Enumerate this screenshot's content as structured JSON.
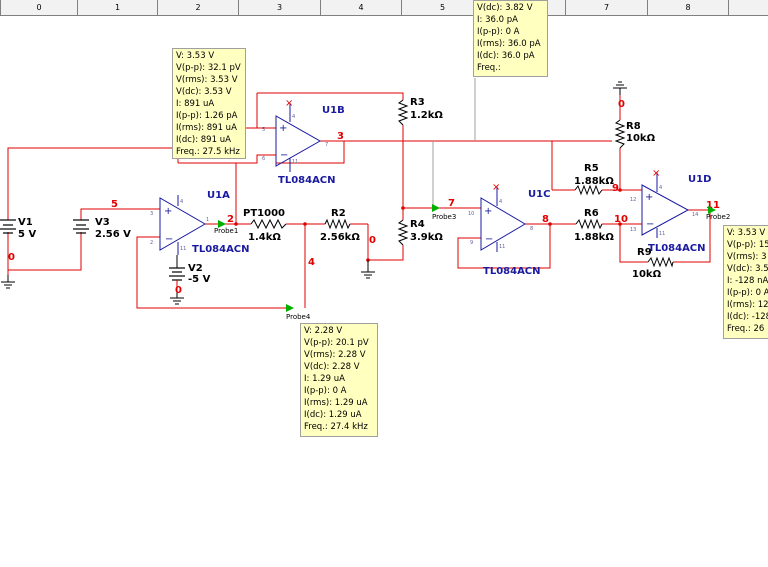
{
  "ruler": [
    "0",
    "1",
    "2",
    "3",
    "4",
    "5",
    "6",
    "7",
    "8"
  ],
  "components": {
    "v1": {
      "ref": "V1",
      "value": "5 V"
    },
    "v3": {
      "ref": "V3",
      "value": "2.56 V"
    },
    "v2": {
      "ref": "V2",
      "value": "-5 V"
    },
    "pt1000": {
      "ref": "PT1000",
      "value": "1.4kΩ"
    },
    "r2": {
      "ref": "R2",
      "value": "2.56kΩ"
    },
    "r3": {
      "ref": "R3",
      "value": "1.2kΩ"
    },
    "r4": {
      "ref": "R4",
      "value": "3.9kΩ"
    },
    "r5": {
      "ref": "R5",
      "value": "1.88kΩ"
    },
    "r6": {
      "ref": "R6",
      "value": "1.88kΩ"
    },
    "r8": {
      "ref": "R8",
      "value": "10kΩ"
    },
    "r9": {
      "ref": "R9",
      "value": "10kΩ"
    },
    "u1a": {
      "ref": "U1A",
      "part": "TL084ACN"
    },
    "u1b": {
      "ref": "U1B",
      "part": "TL084ACN"
    },
    "u1c": {
      "ref": "U1C",
      "part": "TL084ACN"
    },
    "u1d": {
      "ref": "U1D",
      "part": "TL084ACN"
    }
  },
  "nets": {
    "n0a": "0",
    "n0b": "0",
    "n0c": "0",
    "n0d": "0",
    "n2": "2",
    "n3": "3",
    "n4": "4",
    "n5": "5",
    "n7": "7",
    "n8": "8",
    "n9": "9",
    "n10": "10",
    "n11": "11"
  },
  "pins": {
    "u1a": {
      "p3": "3",
      "p2": "2",
      "p1": "1",
      "p4": "4",
      "p11": "11"
    },
    "u1b": {
      "p5": "5",
      "p6": "6",
      "p7": "7",
      "p4": "4",
      "p11": "11"
    },
    "u1c": {
      "p10": "10",
      "p9": "9",
      "p8": "8",
      "p4": "4",
      "p11": "11"
    },
    "u1d": {
      "p12": "12",
      "p13": "13",
      "p14": "14",
      "p4": "4",
      "p11": "11"
    }
  },
  "probe_labels": {
    "probe1": "Probe1",
    "probe2": "Probe2",
    "probe3": "Probe3",
    "probe4": "Probe4"
  },
  "probe_boxes": {
    "probe1": [
      "V: 3.53 V",
      "V(p-p): 32.1 pV",
      "V(rms): 3.53 V",
      "V(dc): 3.53 V",
      "I: 891 uA",
      "I(p-p): 1.26 pA",
      "I(rms): 891 uA",
      "I(dc): 891 uA",
      "Freq.: 27.5 kHz"
    ],
    "probe3": [
      "V(dc): 3.82 V",
      "I: 36.0 pA",
      "I(p-p): 0 A",
      "I(rms): 36.0 pA",
      "I(dc): 36.0 pA",
      "Freq.:"
    ],
    "probe4": [
      "V: 2.28 V",
      "V(p-p): 20.1 pV",
      "V(rms): 2.28 V",
      "V(dc): 2.28 V",
      "I: 1.29 uA",
      "I(p-p): 0 A",
      "I(rms): 1.29 uA",
      "I(dc): 1.29 uA",
      "Freq.: 27.4 kHz"
    ],
    "probe2": [
      "V: 3.53 V",
      "V(p-p): 15",
      "V(rms): 3",
      "V(dc): 3.5",
      "I: -128 nA",
      "I(p-p): 0 A",
      "I(rms): 12",
      "I(dc): -128",
      "Freq.: 26"
    ]
  },
  "colors": {
    "wire": "#e00000",
    "opamp": "#1a1aa0",
    "probe_arrow": "#00b000",
    "probe_bg": "#ffffc0"
  }
}
